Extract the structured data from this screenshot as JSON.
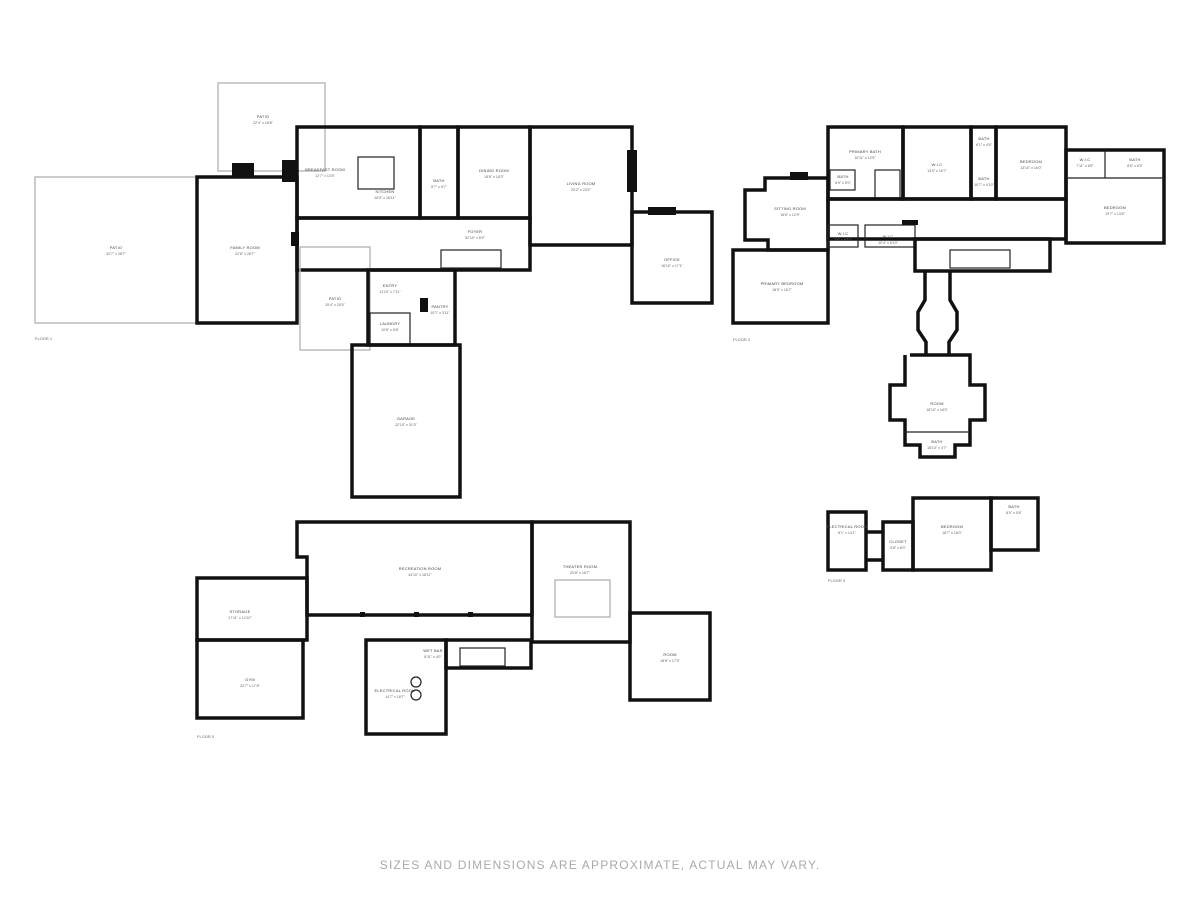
{
  "floors": {
    "main": {
      "label": "FLOOR 1",
      "rooms": [
        {
          "name": "PATIO",
          "dims": "32'7\" x 28'7\""
        },
        {
          "name": "PATIO",
          "dims": "22'4\" x 18'8\""
        },
        {
          "name": "FAMILY ROOM",
          "dims": "22'8\" x 28'7\""
        },
        {
          "name": "BREAKFAST ROOM",
          "dims": "12'7\" x 13'5\""
        },
        {
          "name": "KITCHEN",
          "dims": "18'5\" x 18'11\""
        },
        {
          "name": "BATH",
          "dims": "8'7\" x 5'7\""
        },
        {
          "name": "DINING ROOM",
          "dims": "15'8\" x 18'3\""
        },
        {
          "name": "LIVING ROOM",
          "dims": "20'2\" x 23'0\""
        },
        {
          "name": "FOYER",
          "dims": "52'10\" x 8'9\""
        },
        {
          "name": "OFFICE",
          "dims": "16'10\" x 17'1\""
        },
        {
          "name": "PATIO",
          "dims": "15'4\" x 20'5\""
        },
        {
          "name": "ENTRY",
          "dims": "11'10\" x 7'11\""
        },
        {
          "name": "LAUNDRY",
          "dims": "10'8\" x 6'8\""
        },
        {
          "name": "PANTRY",
          "dims": "10'7\" x 3'11\""
        },
        {
          "name": "GARAGE",
          "dims": "22'10\" x 31'5\""
        }
      ]
    },
    "upper": {
      "label": "FLOOR 2",
      "rooms": [
        {
          "name": "SITTING ROOM",
          "dims": "16'6\" x 12'9\""
        },
        {
          "name": "PRIMARY BEDROOM",
          "dims": "18'5\" x 16'7\""
        },
        {
          "name": "PRIMARY BATH",
          "dims": "15'11\" x 12'5\""
        },
        {
          "name": "BATH",
          "dims": "6'9\" x 5'0\""
        },
        {
          "name": "W.I.C",
          "dims": "7'9\" x 6'10\""
        },
        {
          "name": "W.I.C",
          "dims": "10'4\" x 5'10\""
        },
        {
          "name": "W.I.C",
          "dims": "13'0\" x 16'7\""
        },
        {
          "name": "BATH",
          "dims": "8'1\" x 4'6\""
        },
        {
          "name": "BATH",
          "dims": "10'7\" x 4'10\""
        },
        {
          "name": "BEDROOM",
          "dims": "13'10\" x 16'0\""
        },
        {
          "name": "W.I.C",
          "dims": "7'11\" x 6'5\""
        },
        {
          "name": "BATH",
          "dims": "8'6\" x 6'5\""
        },
        {
          "name": "BEDROOM",
          "dims": "19'7\" x 13'6\""
        },
        {
          "name": "ROOM",
          "dims": "18'10\" x 18'0\""
        },
        {
          "name": "BATH",
          "dims": "18'10\" x 4'7\""
        }
      ]
    },
    "top": {
      "label": "FLOOR 3",
      "rooms": [
        {
          "name": "ELECTRICAL ROOM",
          "dims": "8'1\" x 14'1\""
        },
        {
          "name": "CLOSET",
          "dims": "5'8\" x 8'0\""
        },
        {
          "name": "BEDROOM",
          "dims": "18'7\" x 16'0\""
        },
        {
          "name": "BATH",
          "dims": "8'0\" x 5'8\""
        }
      ]
    },
    "lower": {
      "label": "FLOOR 0",
      "rooms": [
        {
          "name": "RECREATION ROOM",
          "dims": "44'10\" x 18'11\""
        },
        {
          "name": "THEATER ROOM",
          "dims": "20'8\" x 18'7\""
        },
        {
          "name": "STORAGE",
          "dims": "17'11\" x 12'10\""
        },
        {
          "name": "GYM",
          "dims": "22'7\" x 17'8\""
        },
        {
          "name": "ELECTRICAL ROOM",
          "dims": "14'7\" x 18'7\""
        },
        {
          "name": "WET BAR",
          "dims": "8'11\" x 4'0\""
        },
        {
          "name": "ROOM",
          "dims": "18'8\" x 17'5\""
        }
      ]
    }
  },
  "footer": "SIZES AND DIMENSIONS ARE APPROXIMATE, ACTUAL MAY VARY."
}
